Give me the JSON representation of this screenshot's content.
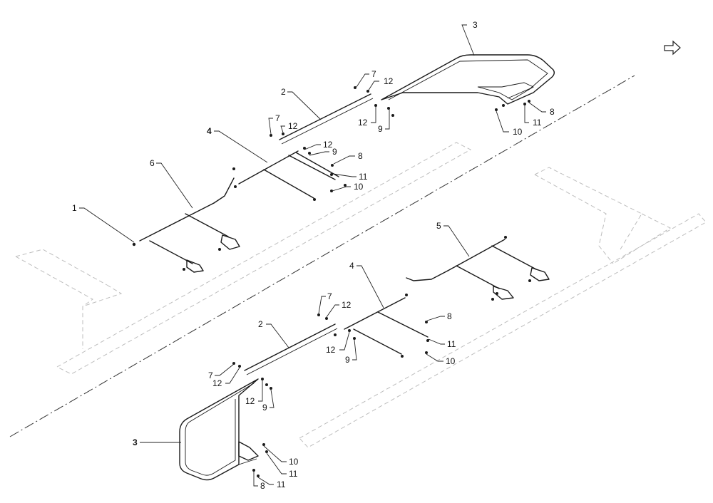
{
  "diagram": {
    "callouts": {
      "upper": {
        "c3": "3",
        "c7a": "7",
        "c12a": "12",
        "c2": "2",
        "c12b": "12",
        "c9a": "9",
        "c8a": "8",
        "c11a": "11",
        "c10a": "10",
        "c7b": "7",
        "c12c": "12",
        "c4": "4",
        "c12d": "12",
        "c9b": "9",
        "c8b": "8",
        "c11b": "11",
        "c10b": "10",
        "c6": "6",
        "c1": "1"
      },
      "lower": {
        "c5": "5",
        "c4": "4",
        "c7a": "7",
        "c12a": "12",
        "c8a": "8",
        "c2": "2",
        "c11a": "11",
        "c12b": "12",
        "c9a": "9",
        "c10a": "10",
        "c7b": "7",
        "c12c": "12",
        "c12d": "12",
        "c9b": "9",
        "c3": "3",
        "c10b": "10",
        "c11b": "11",
        "c8b": "8",
        "c11c": "11"
      }
    },
    "orientation_icon": "direction-arrow-icon"
  }
}
